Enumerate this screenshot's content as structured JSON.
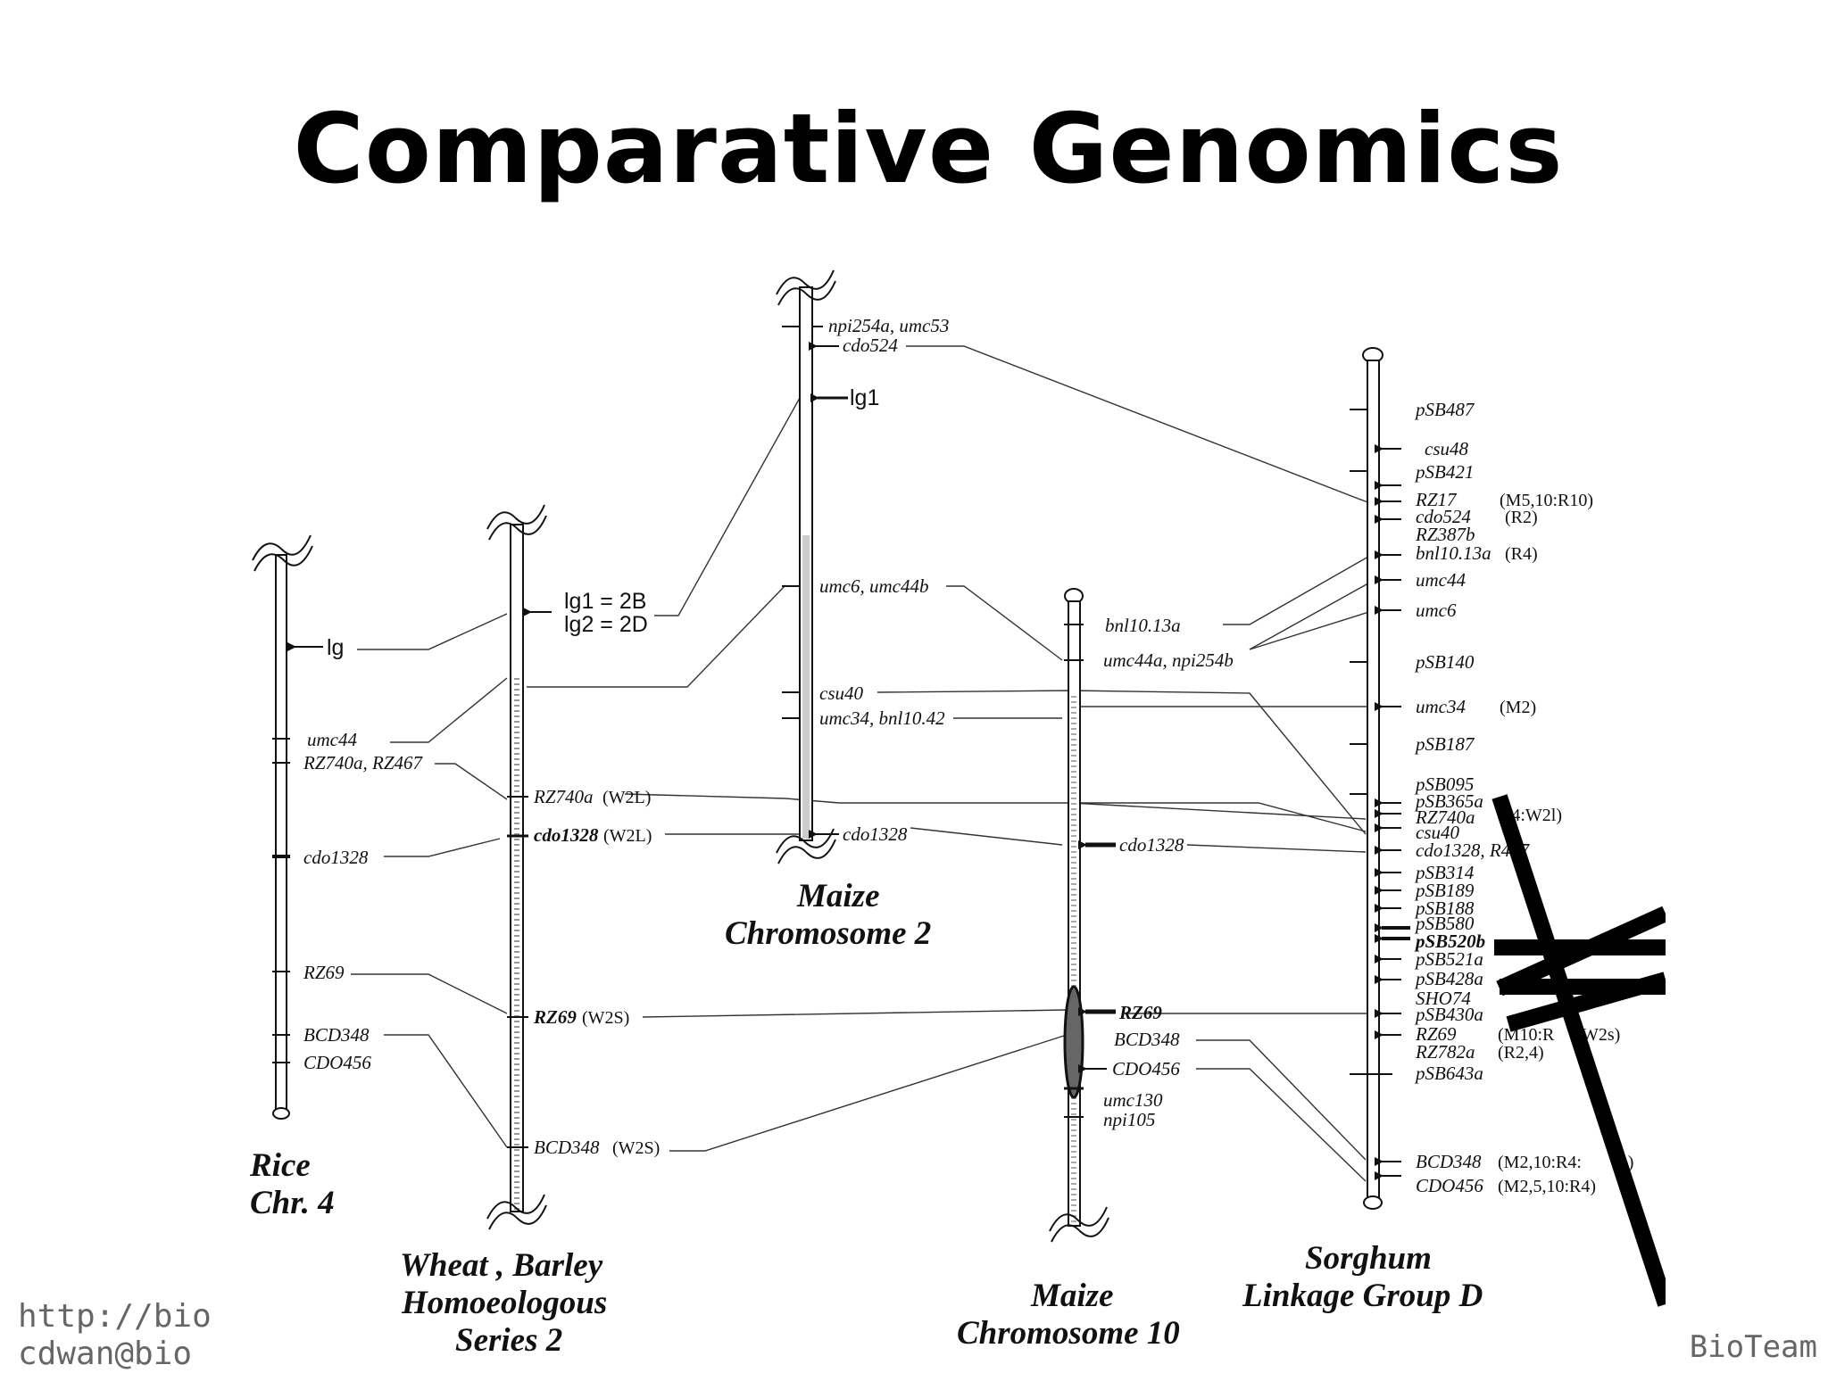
{
  "title": "Comparative Genomics",
  "footer": {
    "url": "http://bio",
    "email": "cdwan@bio",
    "org": "BioTeam"
  },
  "chromosomes": [
    {
      "id": "rice",
      "label_lines": [
        "Rice",
        "Chr. 4"
      ]
    },
    {
      "id": "wheat",
      "label_lines": [
        "Wheat , Barley",
        "Homoeologous",
        "Series 2"
      ]
    },
    {
      "id": "maize2",
      "label_lines": [
        "Maize",
        "Chromosome  2"
      ]
    },
    {
      "id": "maize10",
      "label_lines": [
        "Maize",
        "Chromosome 10"
      ]
    },
    {
      "id": "sorghum",
      "label_lines": [
        "Sorghum",
        "Linkage Group D"
      ]
    }
  ],
  "genes": {
    "rice_lg": "lg",
    "wheat_lg": [
      "lg1 =  2B",
      "lg2 = 2D"
    ],
    "maize2_lg": "lg1"
  },
  "markers": {
    "rice": [
      "umc44",
      "RZ740a, RZ467",
      "cdo1328",
      "RZ69",
      "BCD348",
      "CDO456"
    ],
    "wheat": [
      "RZ740a",
      "cdo1328",
      "RZ69",
      "BCD348"
    ],
    "wheat_notes": [
      "(W2L)",
      "(W2L)",
      "(W2S)",
      "(W2S)"
    ],
    "maize2": [
      "npi254a, umc53",
      "cdo524",
      "umc6, umc44b",
      "csu40",
      "umc34, bnl10.42",
      "cdo1328"
    ],
    "maize10": [
      "bnl10.13a",
      "umc44a, npi254b",
      "cdo1328",
      "RZ69",
      "BCD348",
      "CDO456",
      "umc130",
      "npi105"
    ],
    "sorghum": [
      "pSB487",
      "csu48",
      "pSB421",
      "RZ17",
      "cdo524",
      "RZ387b",
      "bnl10.13a",
      "umc44",
      "umc6",
      "pSB140",
      "umc34",
      "pSB187",
      "pSB095",
      "pSB365a",
      "RZ740a",
      "csu40",
      "cdo1328, R467",
      "pSB314",
      "pSB189",
      "pSB188",
      "pSB580",
      "pSB520b",
      "pSB521a",
      "pSB428a",
      "SHO74",
      "pSB430a",
      "RZ69",
      "RZ782a",
      "pSB643a",
      "BCD348",
      "CDO456"
    ],
    "sorghum_notes": [
      "(M5,10:R10)",
      "(R2)",
      "(R4)",
      "(M2)",
      "R4:W2l)",
      "(M10:R",
      "W2s)",
      "(R2,4)",
      "(M2,10:R4:",
      "2s)",
      "(M2,5,10:R4)"
    ]
  }
}
